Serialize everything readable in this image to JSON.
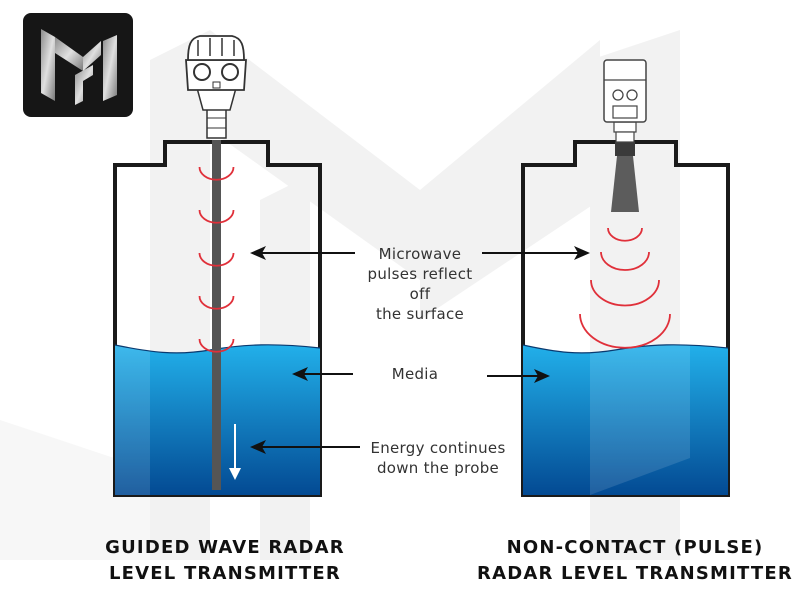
{
  "colors": {
    "pulse": "#e0303a",
    "tank_outline": "#1a1a1a",
    "media_top": "#22b0ea",
    "media_bottom": "#034a93",
    "probe": "#555555",
    "watermark": "#f2f2f2",
    "logo_bg": "#161616"
  },
  "logo": {
    "name": "logo",
    "text": "MFI"
  },
  "labels": {
    "microwave": [
      "Microwave",
      "pulses reflect off",
      "the surface"
    ],
    "media": "Media",
    "energy": [
      "Energy continues",
      "down the probe"
    ]
  },
  "titles": {
    "left": [
      "GUIDED WAVE RADAR",
      "LEVEL TRANSMITTER"
    ],
    "right": [
      "NON-CONTACT (PULSE)",
      "RADAR LEVEL TRANSMITTER"
    ]
  },
  "left_tank": {
    "type": "guided-wave",
    "pulse_count": 5
  },
  "right_tank": {
    "type": "non-contact",
    "pulse_count": 4
  }
}
